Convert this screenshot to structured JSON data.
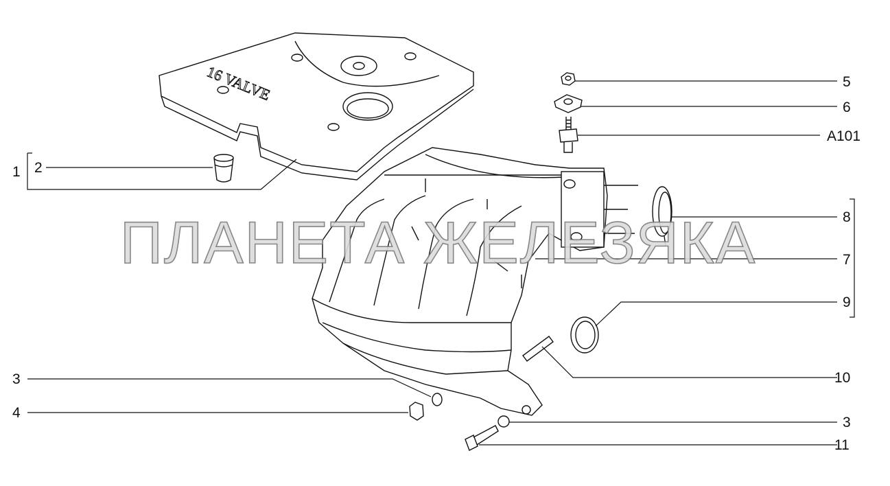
{
  "diagram": {
    "watermark": "ПЛАНЕТА ЖЕЛЕЗЯКА",
    "cover_logo_text": "16 VALVE",
    "callouts": {
      "c1": "1",
      "c2": "2",
      "c3_left": "3",
      "c4": "4",
      "c5": "5",
      "c6": "6",
      "a101": "A101",
      "c8": "8",
      "c7": "7",
      "c9": "9",
      "c10": "10",
      "c3_right": "3",
      "c11": "11"
    }
  }
}
